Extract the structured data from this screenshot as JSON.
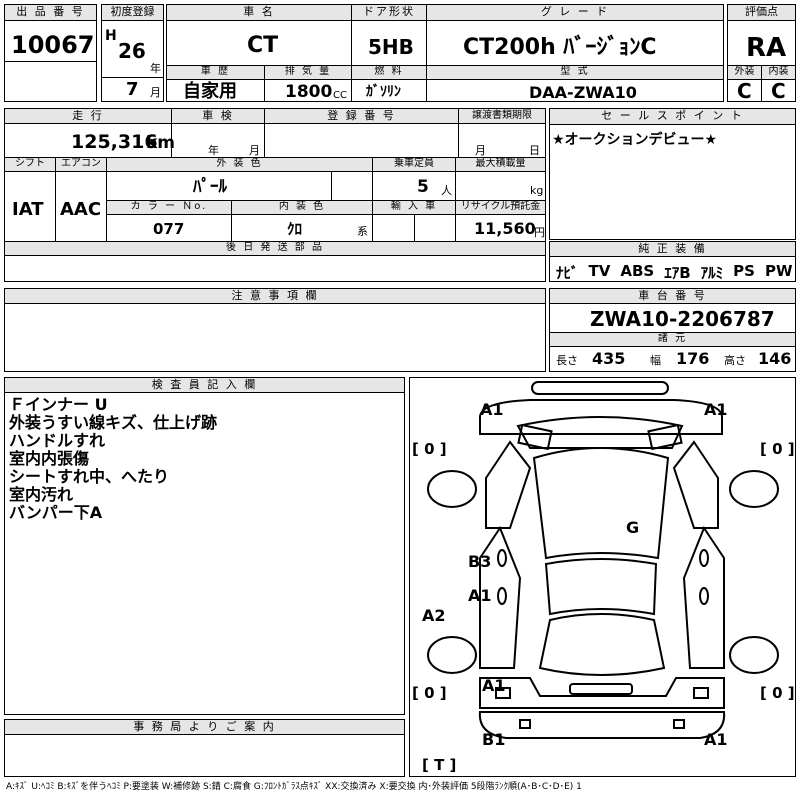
{
  "header": {
    "lot_label": "出 品 番 号",
    "lot_number": "10067",
    "first_reg_label": "初度登録",
    "era": "H",
    "year": "26",
    "year_unit": "年",
    "month": "7",
    "month_unit": "月",
    "name_label": "車 名",
    "name": "CT",
    "door_label": "ドア形状",
    "door": "5HB",
    "grade_label": "グ レ ー ド",
    "grade": "CT200h ﾊﾞｰｼﾞｮﾝC",
    "score_label": "評価点",
    "score": "RA",
    "history_label": "車 歴",
    "history": "自家用",
    "displacement_label": "排 気 量",
    "displacement": "1800",
    "displacement_unit": "CC",
    "fuel_label": "燃 料",
    "fuel": "ｶﾞｿﾘﾝ",
    "model_label": "型 式",
    "model": "DAA-ZWA10",
    "ext_label": "外装",
    "ext_grade": "C",
    "int_label": "内装",
    "int_grade": "C"
  },
  "row2": {
    "mileage_label": "走 行",
    "mileage": "125,316",
    "mileage_unit": "km",
    "inspection_label": "車 検",
    "insp_year_unit": "年",
    "insp_month_unit": "月",
    "regno_label": "登 録 番 号",
    "deadline_label": "譲渡書類期限",
    "deadline_month_unit": "月",
    "deadline_day_unit": "日",
    "shift_label": "シフト",
    "shift": "IAT",
    "ac_label": "エアコン",
    "ac": "AAC",
    "color_label": "外 装 色",
    "color": "ﾊﾟｰﾙ",
    "capacity_label": "乗車定員",
    "capacity": "5",
    "capacity_unit": "人",
    "load_label": "最大積載量",
    "load_unit": "kg",
    "colorno_label": "カ ラ ー Ｎo.",
    "colorno": "077",
    "intcolor_label": "内 装 色",
    "intcolor": "ｸﾛ",
    "intcolor_unit": "系",
    "import_label": "輸 入 車",
    "recycle_label": "リサイクル預託金",
    "recycle": "11,560",
    "recycle_unit": "円",
    "later_label": "後 日 発 送 部 品"
  },
  "sales": {
    "label": "セ ー ル ス ポ イ ン ト",
    "text": "★オークションデビュー★"
  },
  "equipment": {
    "label": "純 正 装 備",
    "items": [
      "ﾅﾋﾞ",
      "TV",
      "ABS",
      "ｴｱB",
      "ｱﾙﾐ",
      "PS",
      "PW"
    ]
  },
  "notes": {
    "label": "注 意 事 項 欄"
  },
  "chassis": {
    "label": "車 台 番 号",
    "number": "ZWA10-2206787",
    "spec_label": "諸 元",
    "length_label": "長さ",
    "length": "435",
    "width_label": "幅",
    "width": "176",
    "height_label": "高さ",
    "height": "146"
  },
  "inspector": {
    "label": "検 査 員 記 入 欄",
    "lines": [
      "Ｆインナー U",
      "外装うすい線キズ、仕上げ跡",
      "ハンドルすれ",
      "室内内張傷",
      "シートすれ中、へたり",
      "室内汚れ",
      "バンパー下A"
    ]
  },
  "office": {
    "label": "事 務 局 よ り ご 案 内"
  },
  "diagram": {
    "marks": [
      "A1",
      "A1",
      "G",
      "B3",
      "A1",
      "A2",
      "A1",
      "B1",
      "A1"
    ],
    "tires": [
      "[ 0 ]",
      "[ 0 ]",
      "[ 0 ]",
      "[ 0 ]"
    ],
    "trunk": "[ T ]"
  },
  "legend": "A:ｷｽﾞ U:ﾍｺﾐ B:ｷｽﾞを伴うﾍｺﾐ P:要塗装 W:補修跡 S:錆 C:腐食 G:ﾌﾛﾝﾄｶﾞﾗｽ点ｷｽﾞ XX:交換済み X:要交換 内･外装評価 5段階ﾗﾝｸ順(A･B･C･D･E) 1"
}
